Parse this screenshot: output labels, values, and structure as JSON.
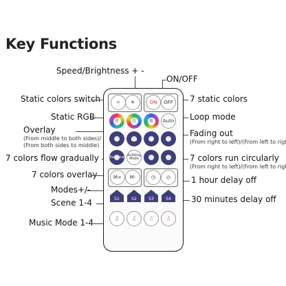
{
  "title": "Key Functions",
  "labels": {
    "speed": "Speed/Brightness + -",
    "onoff": "ON/OFF",
    "static_switch": "Static colors switch",
    "static7": "7 static colors",
    "static_rgb": "Static RGB",
    "loop": "Loop mode",
    "overlay": "Overlay",
    "overlay_sub1": "(From middle to both sides)/",
    "overlay_sub2": "(From both sides to middle)",
    "fading": "Fading out",
    "fading_sub": "(From right to left)/(From left to right)",
    "flow": "7 colors flow gradually",
    "run": "7 colors run circularly",
    "run_sub": "(From right to left)/(From left to right)",
    "overlay7": "7 colors overlay",
    "delay1h": "1 hour delay off",
    "modes": "Modes+/-",
    "scene": "Scene 1-4",
    "delay30": "30 minutes delay off",
    "music": "Music Mode 1-4"
  },
  "remote": {
    "on": "ON",
    "off": "OFF",
    "r": "R",
    "g": "G",
    "b": "B",
    "auto": "Auto",
    "rainbow": "Rainbow",
    "building": "Building Mode",
    "m_plus": "M+",
    "m_minus": "M-",
    "s1": "S1",
    "s2": "S2",
    "s3": "S3",
    "s4": "S4"
  },
  "colors": {
    "button_dark": "#3e3e78",
    "on_red": "#e03030",
    "rgb_r": "#e94040",
    "rgb_g": "#2db34a",
    "rgb_b": "#3a5fd0"
  }
}
